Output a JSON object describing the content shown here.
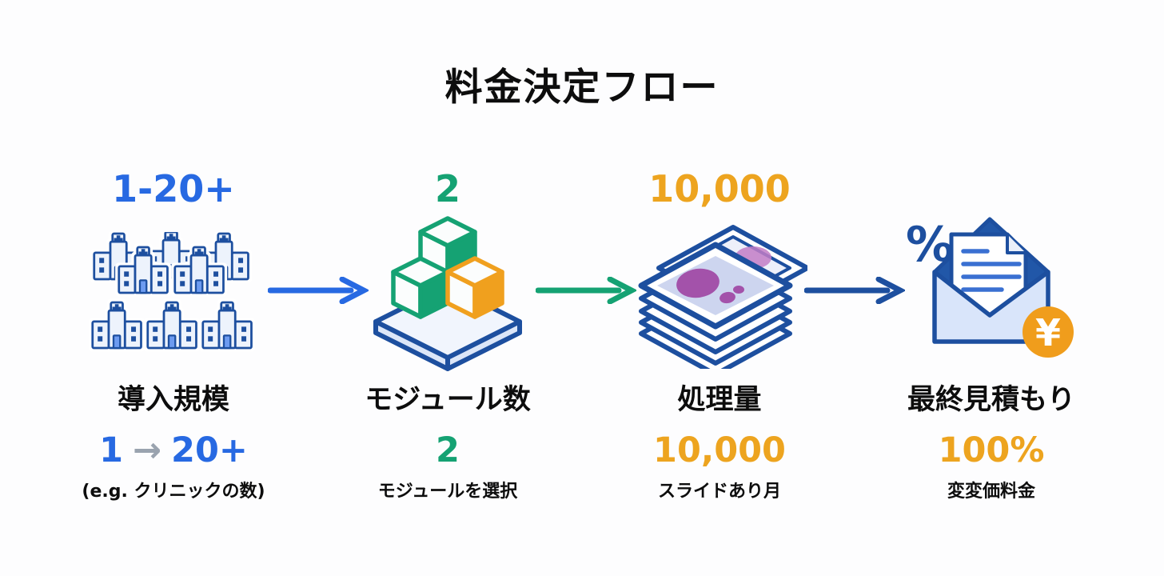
{
  "title": "料金決定フロー",
  "steps": [
    {
      "top_value": "1-20+",
      "label": "導入規模",
      "sub_value_from": "1",
      "sub_value_arrow": "→",
      "sub_value_to": "20+",
      "sub_note": "(e.g. クリニックの数)",
      "icon": "clinic-buildings-icon"
    },
    {
      "top_value": "2",
      "label": "モジュール数",
      "sub_value": "2",
      "sub_note": "モジュールを選択",
      "icon": "module-cubes-icon"
    },
    {
      "top_value": "10,000",
      "label": "処理量",
      "sub_value": "10,000",
      "sub_note": "スライドあり月",
      "icon": "slide-stack-icon"
    },
    {
      "label": "最終見積もり",
      "sub_value": "100%",
      "sub_note": "変変価料金",
      "icon": "estimate-envelope-icon",
      "percent_symbol": "%",
      "yen_symbol": "¥"
    }
  ],
  "colors": {
    "blue": "#2769e2",
    "green": "#15a273",
    "orange_text": "#eda41f",
    "orange_badge": "#f09d1c",
    "navy": "#1d4f9f",
    "gray_arrow": "#9aa3af",
    "black_text": "#0d0d0d",
    "purple_tissue": "#a352aa"
  }
}
